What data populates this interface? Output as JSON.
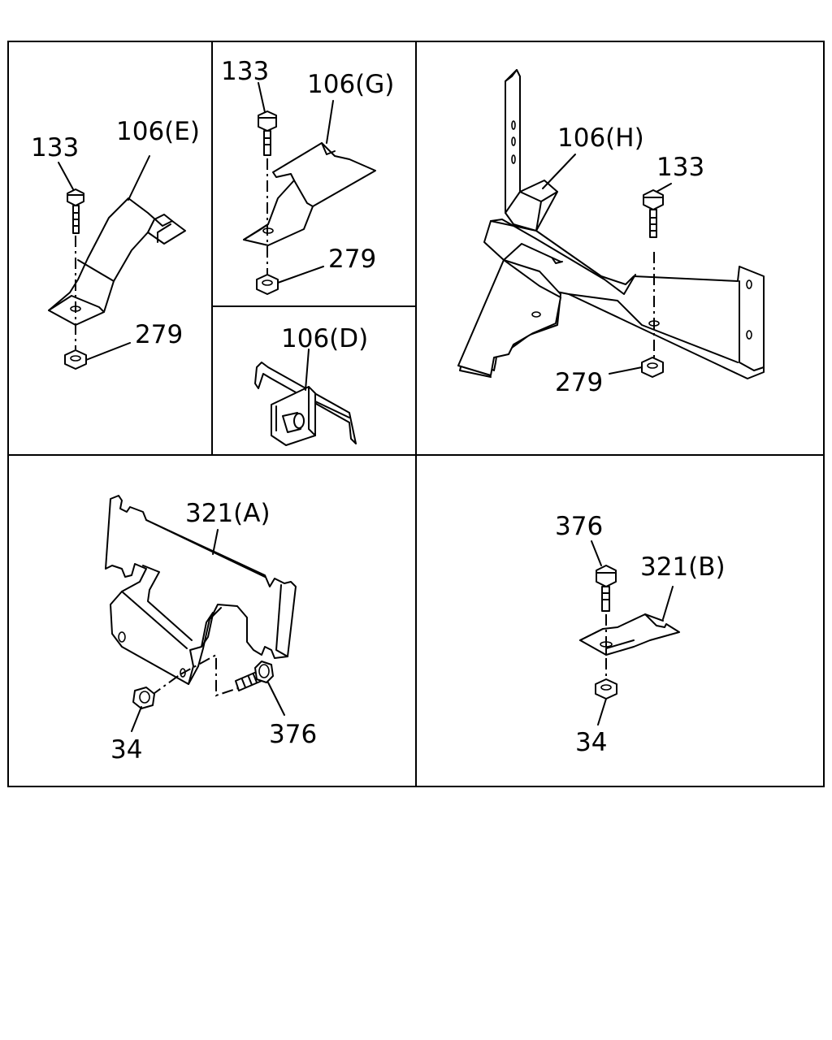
{
  "panels": {
    "p1": {
      "name": "bracket-106-e-panel",
      "labels": {
        "bolt": "133",
        "part": "106(E)",
        "nut": "279"
      }
    },
    "p2": {
      "name": "bracket-106-g-panel",
      "labels": {
        "bolt": "133",
        "part": "106(G)",
        "nut": "279"
      }
    },
    "p3": {
      "name": "bracket-106-d-panel",
      "labels": {
        "part": "106(D)"
      }
    },
    "p4": {
      "name": "bracket-106-h-panel",
      "labels": {
        "part": "106(H)",
        "bolt": "133",
        "nut": "279"
      }
    },
    "p5": {
      "name": "bracket-321-a-panel",
      "labels": {
        "part": "321(A)",
        "nut": "34",
        "bolt": "376"
      }
    },
    "p6": {
      "name": "bracket-321-b-panel",
      "labels": {
        "bolt": "376",
        "part": "321(B)",
        "nut": "34"
      }
    }
  }
}
